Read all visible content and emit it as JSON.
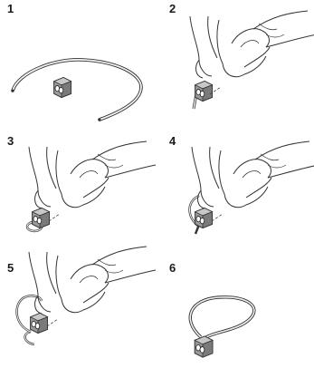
{
  "steps": [
    {
      "number": "1"
    },
    {
      "number": "2"
    },
    {
      "number": "3"
    },
    {
      "number": "4"
    },
    {
      "number": "5"
    },
    {
      "number": "6"
    }
  ],
  "colors": {
    "line": "#333333",
    "clip_fill": "#9a9a9a",
    "clip_dark": "#444444",
    "cord_fill": "#f2f2f2",
    "background": "#ffffff"
  }
}
